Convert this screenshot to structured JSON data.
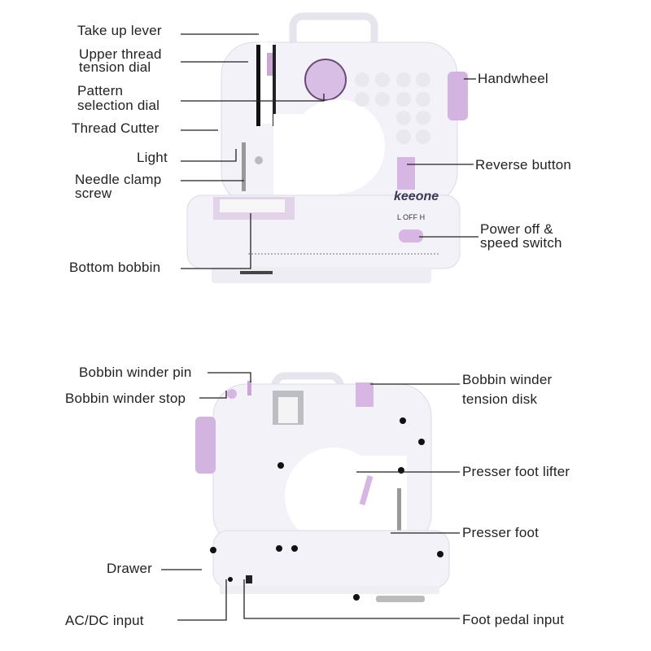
{
  "front_view": {
    "brand": "keeone",
    "switch_legend": "L  OFF  H",
    "labels": {
      "take_up_lever": "Take up lever",
      "upper_thread_1": "Upper thread",
      "upper_thread_2": "tension dial",
      "pattern_1": "Pattern",
      "pattern_2": "selection dial",
      "thread_cutter": "Thread Cutter",
      "light": "Light",
      "needle_clamp_1": "Needle clamp",
      "needle_clamp_2": "screw",
      "bottom_bobbin": "Bottom bobbin",
      "handwheel": "Handwheel",
      "reverse_button": "Reverse button",
      "power_1": "Power off &",
      "power_2": "speed switch"
    }
  },
  "back_view": {
    "labels": {
      "winder_pin": "Bobbin winder pin",
      "winder_stop": "Bobbin winder stop",
      "tension_disk_1": "Bobbin winder",
      "tension_disk_2": "tension disk",
      "presser_lifter": "Presser foot lifter",
      "presser_foot": "Presser foot",
      "drawer": "Drawer",
      "acdc": "AC/DC input",
      "foot_pedal": "Foot pedal input"
    }
  },
  "colors": {
    "lilac": "#c9a6d6",
    "body": "#f1f0f6",
    "line": "#222222"
  }
}
